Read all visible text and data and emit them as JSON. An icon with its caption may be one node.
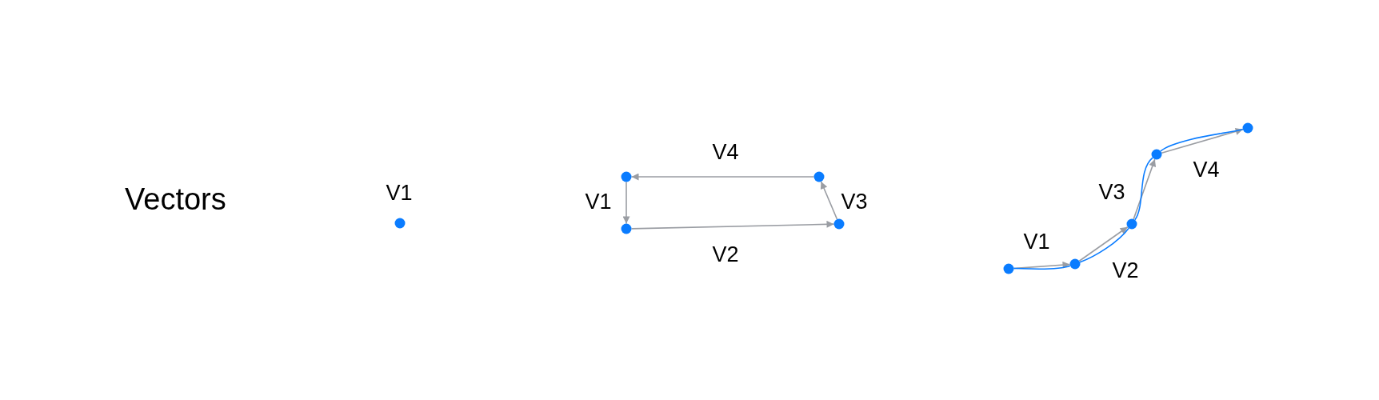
{
  "diagram": {
    "title": "Vectors",
    "nodes": [
      {
        "text": [],
        "shape": "circle",
        "beside": [
          "V1"
        ]
      },
      {
        "text": [],
        "shape": "circle"
      },
      {
        "text": [],
        "shape": "circle"
      },
      {
        "text": [],
        "shape": "circle"
      },
      {
        "text": [],
        "shape": "circle"
      },
      {
        "text": [],
        "shape": "circle"
      },
      {
        "text": [],
        "shape": "circle"
      },
      {
        "text": [],
        "shape": "circle"
      },
      {
        "text": [],
        "shape": "circle"
      },
      {
        "text": [],
        "shape": "circle"
      }
    ],
    "edges": [
      {
        "from": 1,
        "to": 2,
        "arrow": "to",
        "label": "V1"
      },
      {
        "from": 2,
        "to": 3,
        "arrow": "to",
        "label": "V2"
      },
      {
        "from": 3,
        "to": 4,
        "arrow": "to",
        "label": "V3"
      },
      {
        "from": 4,
        "to": 1,
        "arrow": "to",
        "label": "V4"
      },
      {
        "from": 5,
        "to": 6,
        "arrow": "to",
        "label": "V1"
      },
      {
        "from": 6,
        "to": 7,
        "arrow": "to",
        "label": "V2"
      },
      {
        "from": 7,
        "to": 8,
        "arrow": "to",
        "label": "V3"
      },
      {
        "from": 8,
        "to": 9,
        "arrow": "to",
        "label": "V4"
      },
      {
        "from": 5,
        "to": 6,
        "arrow": "none",
        "color": "#0a7cff"
      },
      {
        "from": 6,
        "to": 7,
        "arrow": "none",
        "color": "#0a7cff"
      },
      {
        "from": 7,
        "to": 8,
        "arrow": "none",
        "color": "#0a7cff"
      },
      {
        "from": 8,
        "to": 9,
        "arrow": "none",
        "color": "#0a7cff"
      }
    ]
  }
}
